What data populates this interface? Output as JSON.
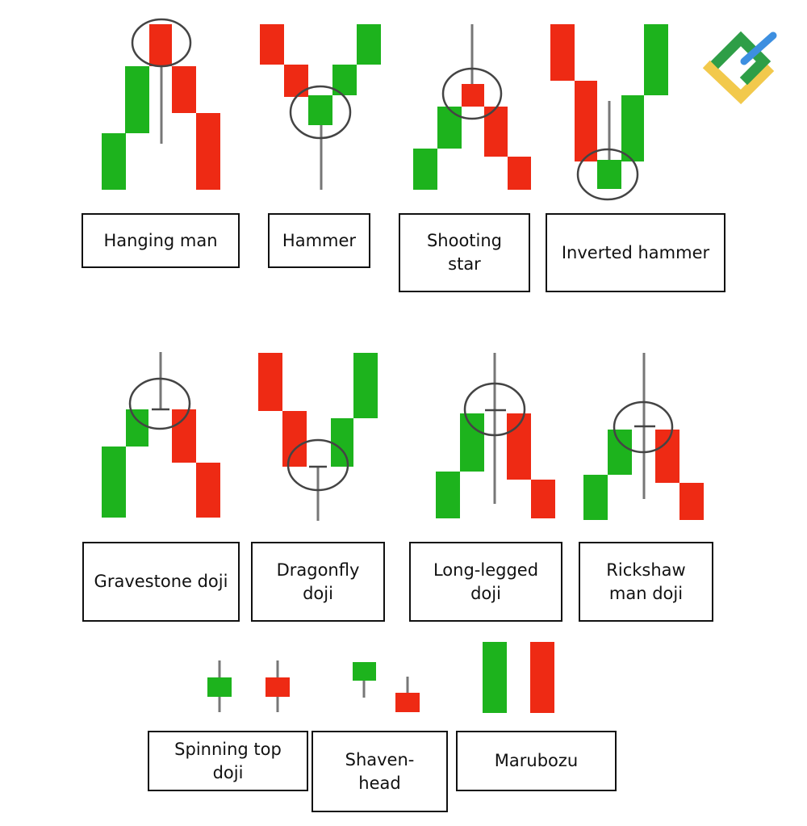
{
  "colors": {
    "bullish": "#1db31d",
    "bearish": "#ee2a14",
    "wick": "#777777",
    "circle": "#444444",
    "border": "#111111",
    "logo_green": "#2e9e47",
    "logo_yellow": "#f2c94c",
    "logo_blue": "#3d8fe0"
  },
  "patterns": [
    {
      "id": "hanging-man",
      "label": "Hanging man"
    },
    {
      "id": "hammer",
      "label": "Hammer"
    },
    {
      "id": "shooting-star",
      "label": "Shooting\nstar"
    },
    {
      "id": "inverted-hammer",
      "label": "Inverted hammer"
    },
    {
      "id": "gravestone-doji",
      "label": "Gravestone doji"
    },
    {
      "id": "dragonfly-doji",
      "label": "Dragonfly\ndoji"
    },
    {
      "id": "long-legged-doji",
      "label": "Long-legged\ndoji"
    },
    {
      "id": "rickshaw-man-doji",
      "label": "Rickshaw\nman doji"
    },
    {
      "id": "spinning-top-doji",
      "label": "Spinning top\ndoji"
    },
    {
      "id": "shaven-head",
      "label": "Shaven-\nhead"
    },
    {
      "id": "marubozu",
      "label": "Marubozu"
    }
  ],
  "logo": {
    "icon": "brand-logo-icon"
  }
}
